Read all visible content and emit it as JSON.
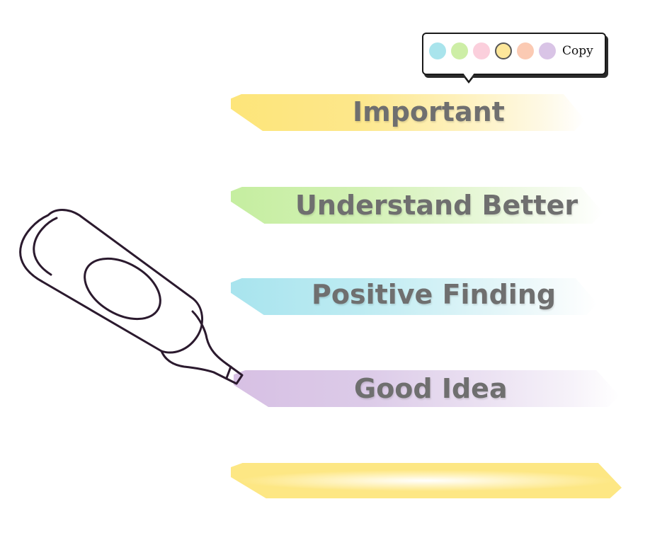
{
  "highlights": [
    {
      "label": "Important",
      "color": "#fde57a"
    },
    {
      "label": "Understand Better",
      "color": "#c5eea0"
    },
    {
      "label": "Positive Finding",
      "color": "#a8e4ee"
    },
    {
      "label": "Good Idea",
      "color": "#d7c0e4"
    },
    {
      "label": "",
      "color": "#fde784"
    }
  ],
  "toolbar": {
    "swatches": [
      {
        "name": "blue",
        "color": "#a9e4ec"
      },
      {
        "name": "green",
        "color": "#cdeea6"
      },
      {
        "name": "pink",
        "color": "#fbcfdc"
      },
      {
        "name": "yellow",
        "color": "#fde79a",
        "selected": true
      },
      {
        "name": "orange",
        "color": "#fbcab3"
      },
      {
        "name": "purple",
        "color": "#d9c4e6"
      }
    ],
    "copy_label": "Copy"
  },
  "icons": {
    "marker": "highlighter-marker-icon"
  }
}
